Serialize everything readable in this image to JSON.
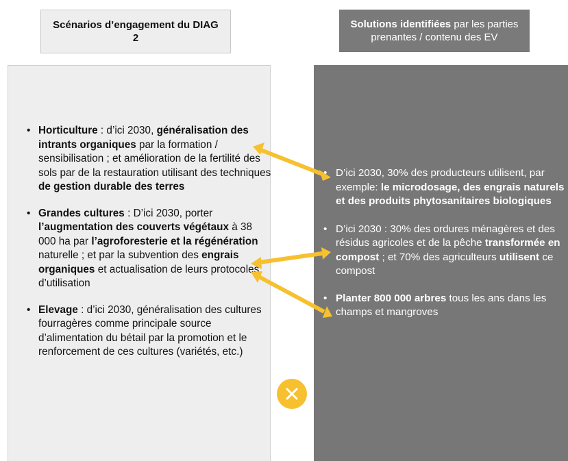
{
  "header": {
    "left": "Scénarios d’engagement du DIAG 2",
    "right_bold": "Solutions identifiées",
    "right_rest": "par les parties prenantes / contenu des EV"
  },
  "left_items": [
    {
      "title": "Horticulture",
      "t1": " : d’ici 2030, ",
      "b1": "généralisation des intrants organiques",
      "t2": " par la formation / sensibilisation ; et amélioration de la fertilité des sols par de la restauration utilisant des techniques ",
      "b2": "de gestion durable des terres"
    },
    {
      "title": "Grandes cultures",
      "t1": " : D’ici 2030, porter ",
      "b1": "l’augmentation des couverts végétaux",
      "t2": " à 38 000 ha par ",
      "b2": "l’agroforesterie et la régénération",
      "t3": " naturelle ; et par la subvention des ",
      "b3": "engrais organiques",
      "t4": " et actualisation de leurs protocoles d’utilisation"
    },
    {
      "title": "Elevage",
      "t1": " : d’ici 2030, généralisation des cultures fourragères comme principale source d’alimentation du bétail par la promotion et le renforcement de ces cultures (variétés, etc.)"
    }
  ],
  "right_items": [
    {
      "t1": "D’ici 2030, 30% des producteurs utilisent, par exemple: ",
      "b1": "le microdosage, des engrais naturels et des produits phytosanitaires biologiques"
    },
    {
      "t1": "D’ici 2030 : 30% des ordures ménagères et des résidus agricoles et de la pêche ",
      "b1": "transformée en compost",
      "t2": " ; et 70% des agriculteurs ",
      "b2": "utilisent",
      "t3": " ce compost"
    },
    {
      "b1": "Planter 800 000 arbres",
      "t1": " tous les ans dans les champs et mangroves"
    }
  ],
  "colors": {
    "accent_yellow": "#f7c02f",
    "left_panel": "#eeeeee",
    "right_panel": "#777777",
    "right_header": "#7a7a7a"
  },
  "icons": {
    "badge": "close-x-icon"
  }
}
